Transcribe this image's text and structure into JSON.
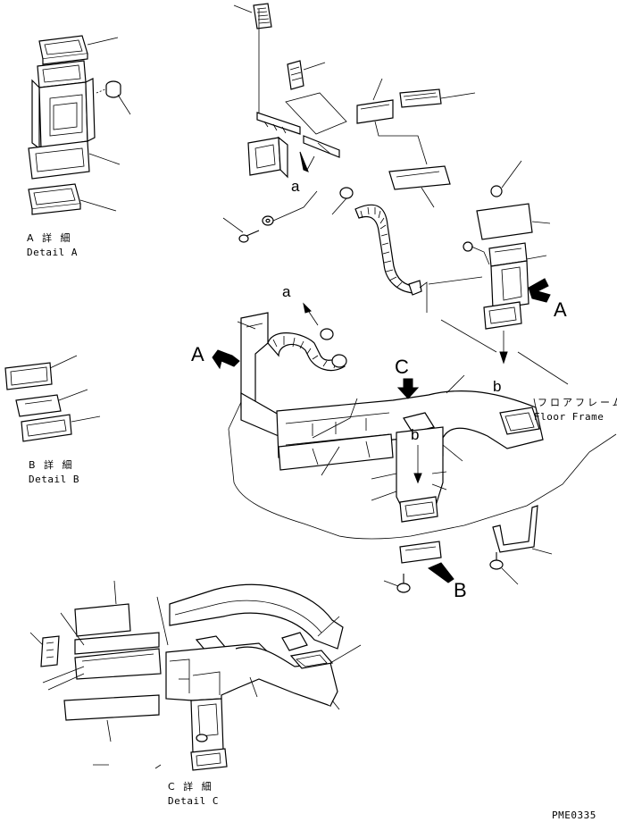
{
  "labels": {
    "detail_a_jp": "A 詳 細",
    "detail_a_en": "Detail A",
    "detail_b_jp": "B 詳 細",
    "detail_b_en": "Detail B",
    "detail_c_jp": "C 詳 細",
    "detail_c_en": "Detail C",
    "floor_frame_jp": "フロアフレーム",
    "floor_frame_en": "Floor Frame",
    "drawing_id": "PME0335"
  },
  "callouts": {
    "A": "A",
    "B": "B",
    "C": "C",
    "a": "a",
    "b": "b"
  }
}
